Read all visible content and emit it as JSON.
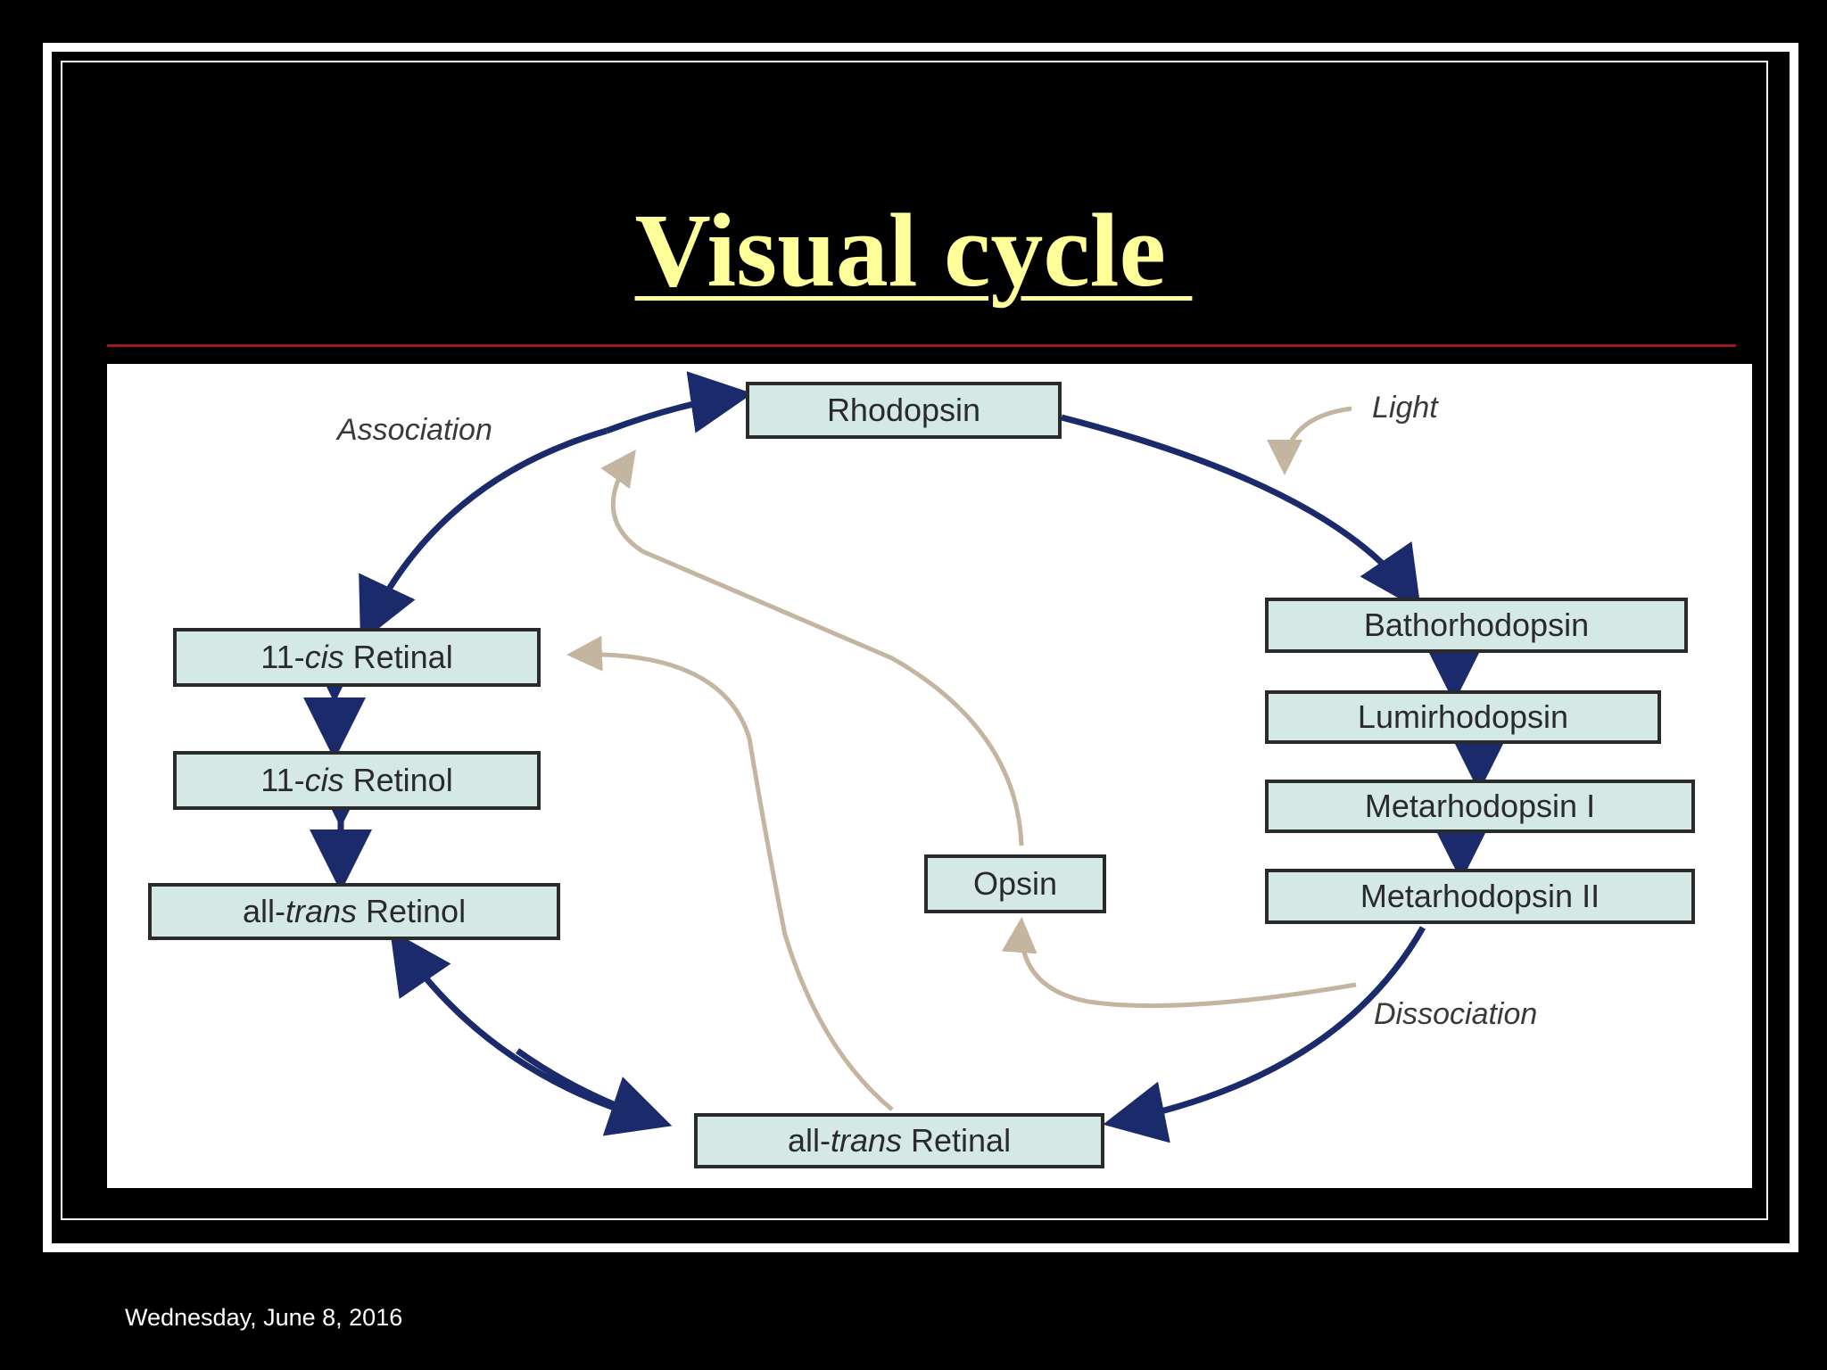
{
  "slide": {
    "title": "Visual cycle ",
    "date": "Wednesday, June 8, 2016"
  },
  "diagram": {
    "nodes": {
      "rhodopsin": "Rhodopsin",
      "bathorhodopsin": "Bathorhodopsin",
      "lumirhodopsin": "Lumirhodopsin",
      "metarhodopsin_1": "Metarhodopsin I",
      "metarhodopsin_2": "Metarhodopsin II",
      "opsin": "Opsin",
      "all_trans_retinal_prefix": "all-",
      "all_trans_retinal_italic": "trans",
      "all_trans_retinal_suffix": " Retinal",
      "all_trans_retinol_prefix": "all-",
      "all_trans_retinol_italic": "trans",
      "all_trans_retinol_suffix": " Retinol",
      "cis_retinol_prefix": "11-",
      "cis_retinol_italic": "cis",
      "cis_retinol_suffix": " Retinol",
      "cis_retinal_prefix": "11-",
      "cis_retinal_italic": "cis",
      "cis_retinal_suffix": " Retinal"
    },
    "labels": {
      "association": "Association",
      "light": "Light",
      "dissociation": "Dissociation"
    },
    "colors": {
      "box_fill": "#d4e9e6",
      "box_stroke": "#2a2a2a",
      "main_arrow": "#1b2a6b",
      "secondary_arrow": "#c4b5a0",
      "title": "#ffff99",
      "rule": "#9b1b1b"
    }
  }
}
